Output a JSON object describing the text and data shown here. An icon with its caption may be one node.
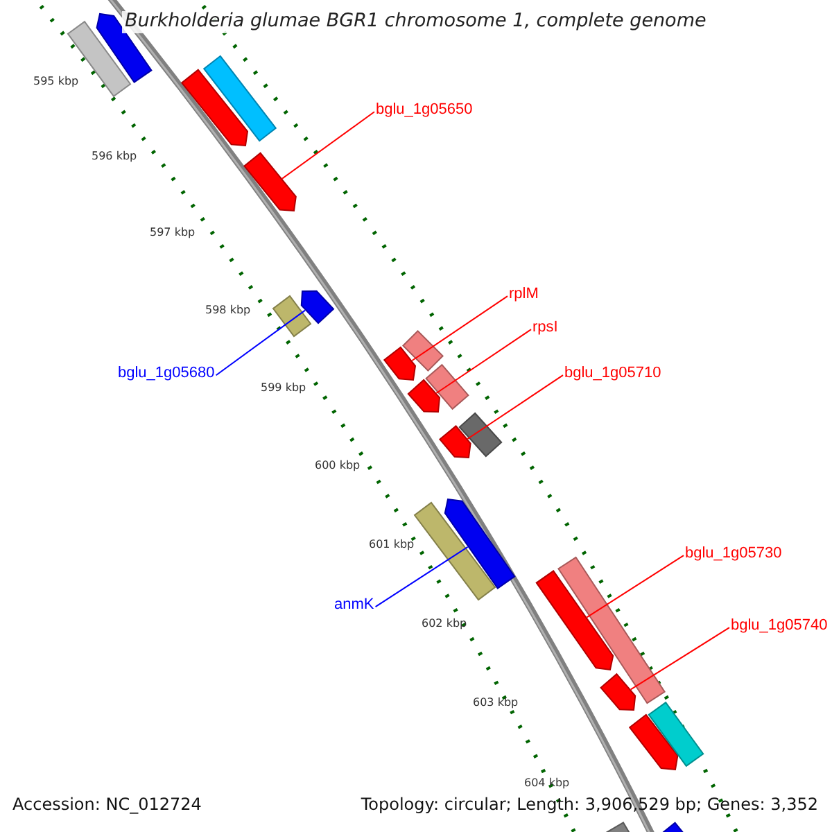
{
  "diagram": {
    "title": "Burkholderia glumae BGR1 chromosome 1, complete genome",
    "nodes": [
      {
        "text": [],
        "shape": "bar"
      },
      {
        "text": [],
        "shape": "bar"
      },
      {
        "text": [],
        "shape": "bar"
      },
      {
        "text": [],
        "shape": "bar"
      },
      {
        "text": [],
        "shape": "bar"
      },
      {
        "text": [],
        "shape": "bar"
      },
      {
        "text": [],
        "shape": "bar"
      },
      {
        "text": [],
        "shape": "bar"
      },
      {
        "text": [],
        "shape": "bar"
      },
      {
        "text": [],
        "shape": "bar"
      },
      {
        "text": [],
        "shape": "bar"
      },
      {
        "text": [],
        "shape": "bar"
      },
      {
        "text": [],
        "shape": "bar"
      },
      {
        "text": [],
        "shape": "bar"
      },
      {
        "text": [],
        "shape": "bar"
      },
      {
        "text": [],
        "shape": "bar"
      },
      {
        "text": [],
        "shape": "bar"
      },
      {
        "text": [],
        "shape": "bar"
      },
      {
        "text": [],
        "shape": "bar"
      },
      {
        "text": [],
        "shape": "bar"
      },
      {
        "text": [],
        "shape": "bar"
      },
      {
        "text": [],
        "shape": "bar"
      },
      {
        "text": [
          "bglu_1g05650"
        ]
      },
      {
        "text": [
          "bglu_1g05680"
        ]
      },
      {
        "text": [
          "rplM"
        ]
      },
      {
        "text": [
          "rpsI"
        ]
      },
      {
        "text": [
          "bglu_1g05710"
        ]
      },
      {
        "text": [
          "anmK"
        ]
      },
      {
        "text": [
          "bglu_1g05730"
        ]
      },
      {
        "text": [
          "bglu_1g05740"
        ]
      }
    ],
    "edges": [
      {
        "from": 22,
        "to": 4,
        "arrow": "none"
      },
      {
        "from": 23,
        "to": 6,
        "arrow": "none",
        "color": "#0000ff"
      },
      {
        "from": 24,
        "to": 7,
        "arrow": "none"
      },
      {
        "from": 25,
        "to": 9,
        "arrow": "none"
      },
      {
        "from": 26,
        "to": 11,
        "arrow": "none"
      },
      {
        "from": 27,
        "to": 13,
        "arrow": "none",
        "color": "#0000ff"
      },
      {
        "from": 28,
        "to": 15,
        "arrow": "none"
      },
      {
        "from": 29,
        "to": 17,
        "arrow": "none"
      }
    ],
    "labels": [
      "595 kbp",
      "596 kbp",
      "597 kbp",
      "598 kbp",
      "599 kbp",
      "600 kbp",
      "601 kbp",
      "602 kbp",
      "603 kbp",
      "604 kbp",
      "Accession: NC_012724",
      "Topology: circular; Length: 3,906,529 bp; Genes: 3,352"
    ]
  }
}
